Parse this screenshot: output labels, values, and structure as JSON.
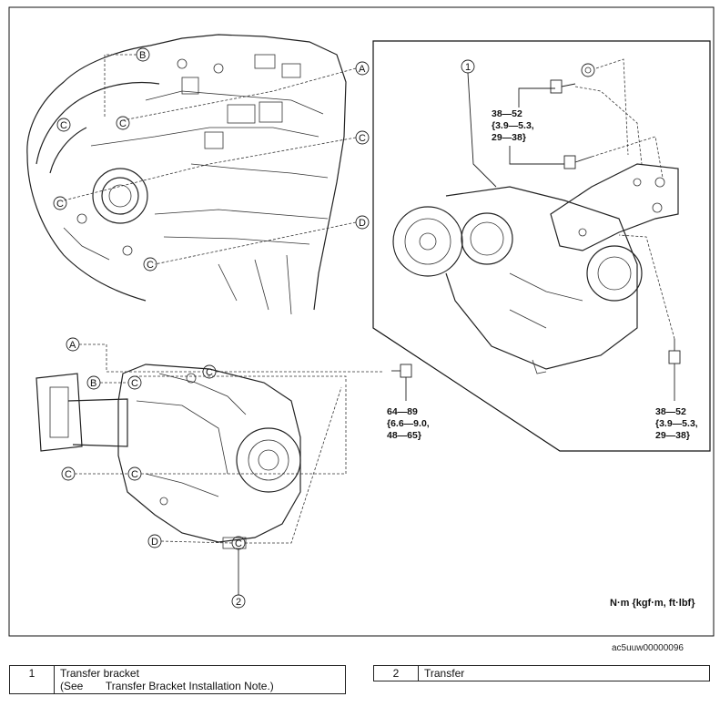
{
  "callouts": {
    "letters": {
      "A": "A",
      "B": "B",
      "C": "C",
      "D": "D"
    },
    "part1": "1",
    "part2": "2"
  },
  "torque": {
    "bracket_upper": {
      "line1": "38—52",
      "line2": "{3.9—5.3,",
      "line3": "29—38}"
    },
    "bracket_lower": {
      "line1": "38—52",
      "line2": "{3.9—5.3,",
      "line3": "29—38}"
    },
    "transfer": {
      "line1": "64—89",
      "line2": "{6.6—9.0,",
      "line3": "48—65}"
    }
  },
  "units_label": "N·m {kgf·m, ft·lbf}",
  "doc_id": "ac5uuw00000096",
  "legend": [
    {
      "num": "1",
      "text": "Transfer bracket",
      "note_prefix": "(See",
      "note_text": "Transfer Bracket Installation Note.)"
    },
    {
      "num": "2",
      "text": "Transfer"
    }
  ]
}
